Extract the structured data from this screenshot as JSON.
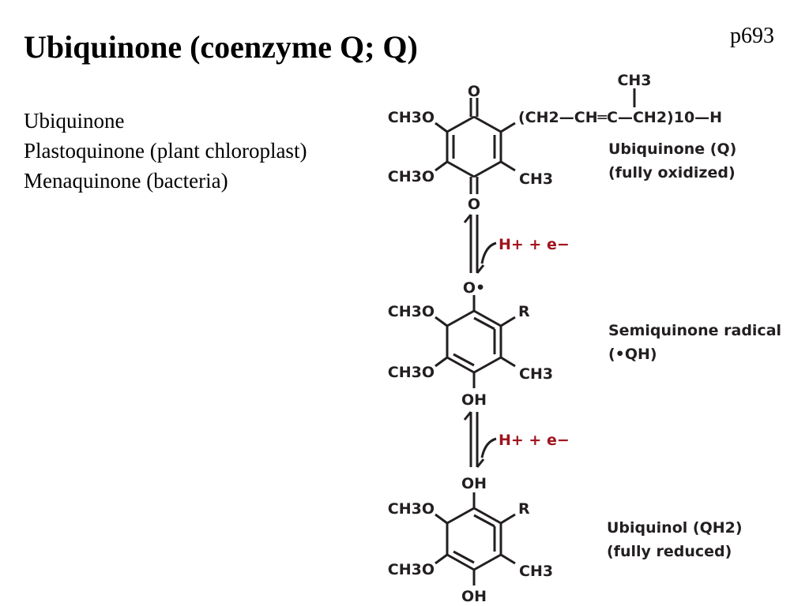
{
  "slide": {
    "title": "Ubiquinone (coenzyme Q; Q)",
    "page_ref": "p693",
    "bullets": [
      "Ubiquinone",
      "Plastoquinone (plant chloroplast)",
      "Menaquinone (bacteria)"
    ]
  },
  "diagram": {
    "colors": {
      "ink": "#231f20",
      "accent": "#a0141e"
    },
    "oxidized": {
      "top_atom": "O",
      "bottom_atom": "O",
      "left_top": "CH3O",
      "left_bottom": "CH3O",
      "right_bottom": "CH3",
      "chain": "(CH2—CH═C—CH2)10—H",
      "chain_branch": "CH3",
      "caption_line1": "Ubiquinone (Q)",
      "caption_line2": "(fully oxidized)"
    },
    "step1_label": "H+ + e−",
    "semiquinone": {
      "top_atom": "O•",
      "bottom_group": "OH",
      "left_top": "CH3O",
      "left_bottom": "CH3O",
      "right_top": "R",
      "right_bottom": "CH3",
      "caption_line1": "Semiquinone radical",
      "caption_line2": "(•QH)"
    },
    "step2_label": "H+ + e−",
    "reduced": {
      "top_group": "OH",
      "bottom_group": "OH",
      "left_top": "CH3O",
      "left_bottom": "CH3O",
      "right_top": "R",
      "right_bottom": "CH3",
      "caption_line1": "Ubiquinol (QH2)",
      "caption_line2": "(fully reduced)"
    }
  }
}
